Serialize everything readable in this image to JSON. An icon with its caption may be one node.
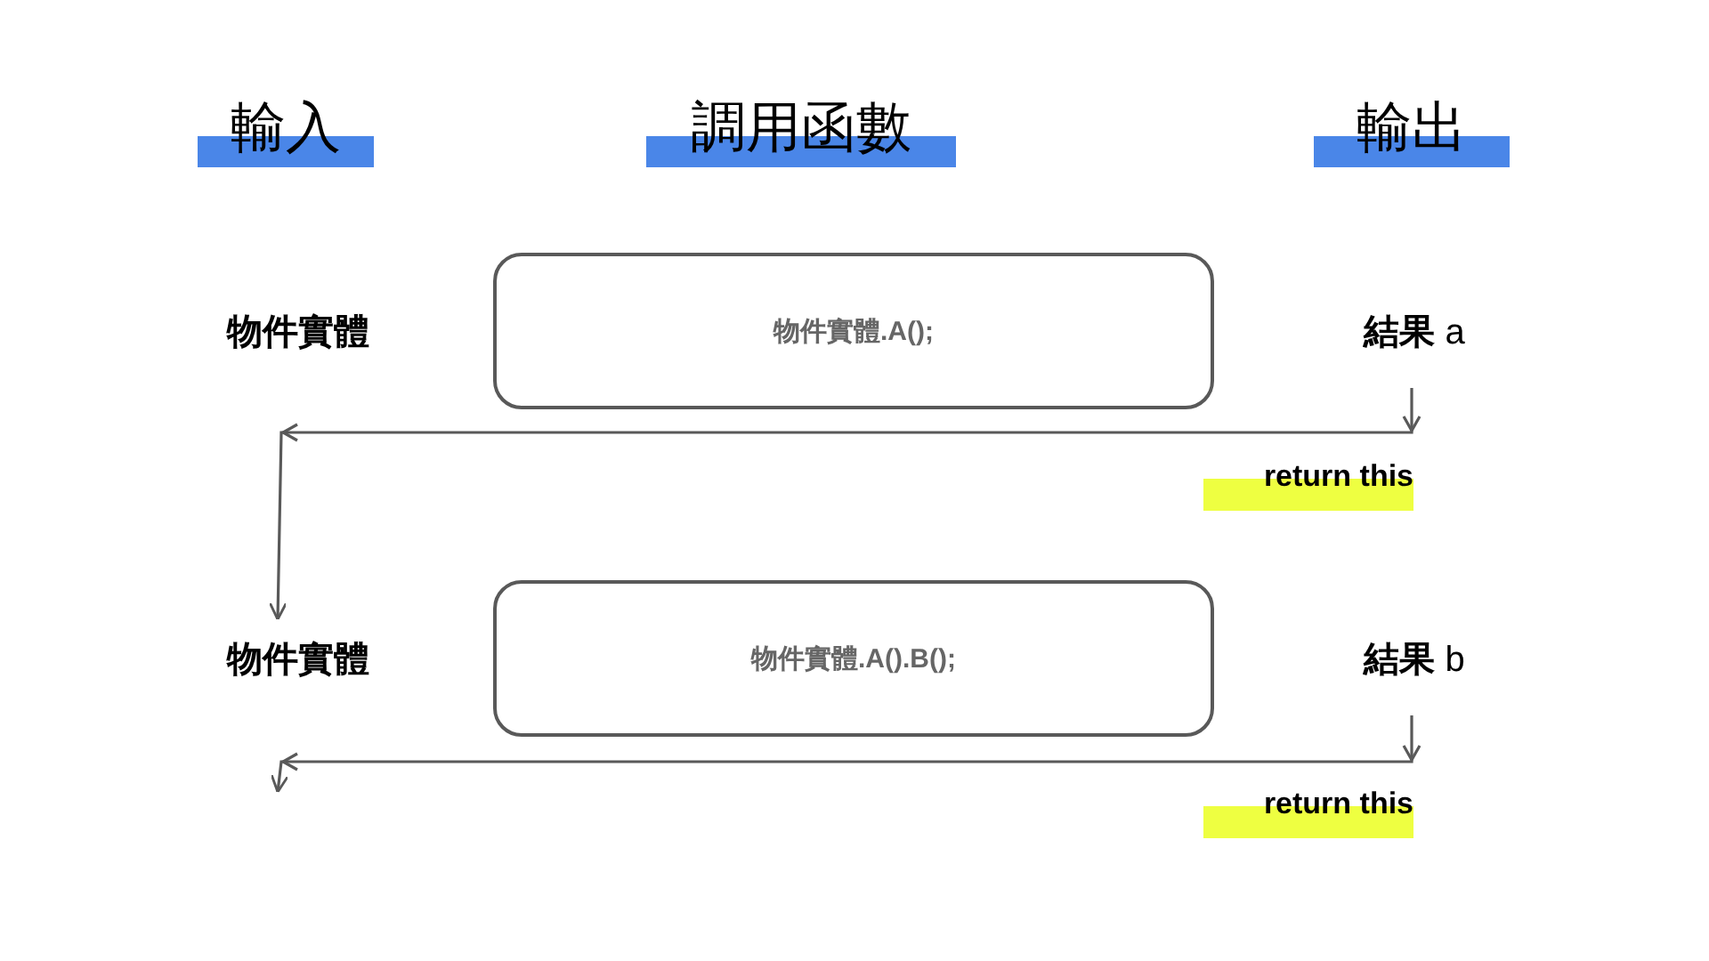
{
  "diagram": {
    "nodes": [
      {
        "text": [
          "物件實體"
        ]
      },
      {
        "text": [
          "物件實體.A();"
        ]
      },
      {
        "text": [
          "**結果** a"
        ]
      },
      {
        "text": [
          "物件實體"
        ]
      },
      {
        "text": [
          "物件實體.A().B();"
        ]
      },
      {
        "text": [
          "**結果** b"
        ]
      }
    ],
    "edges": [
      {
        "from": 2,
        "to": 3,
        "arrow": "to",
        "label": "return this"
      },
      {
        "from": 5,
        "to": null,
        "arrow": "to",
        "label": "return this"
      }
    ],
    "labels": [
      "輸入",
      "調用函數",
      "輸出"
    ]
  }
}
